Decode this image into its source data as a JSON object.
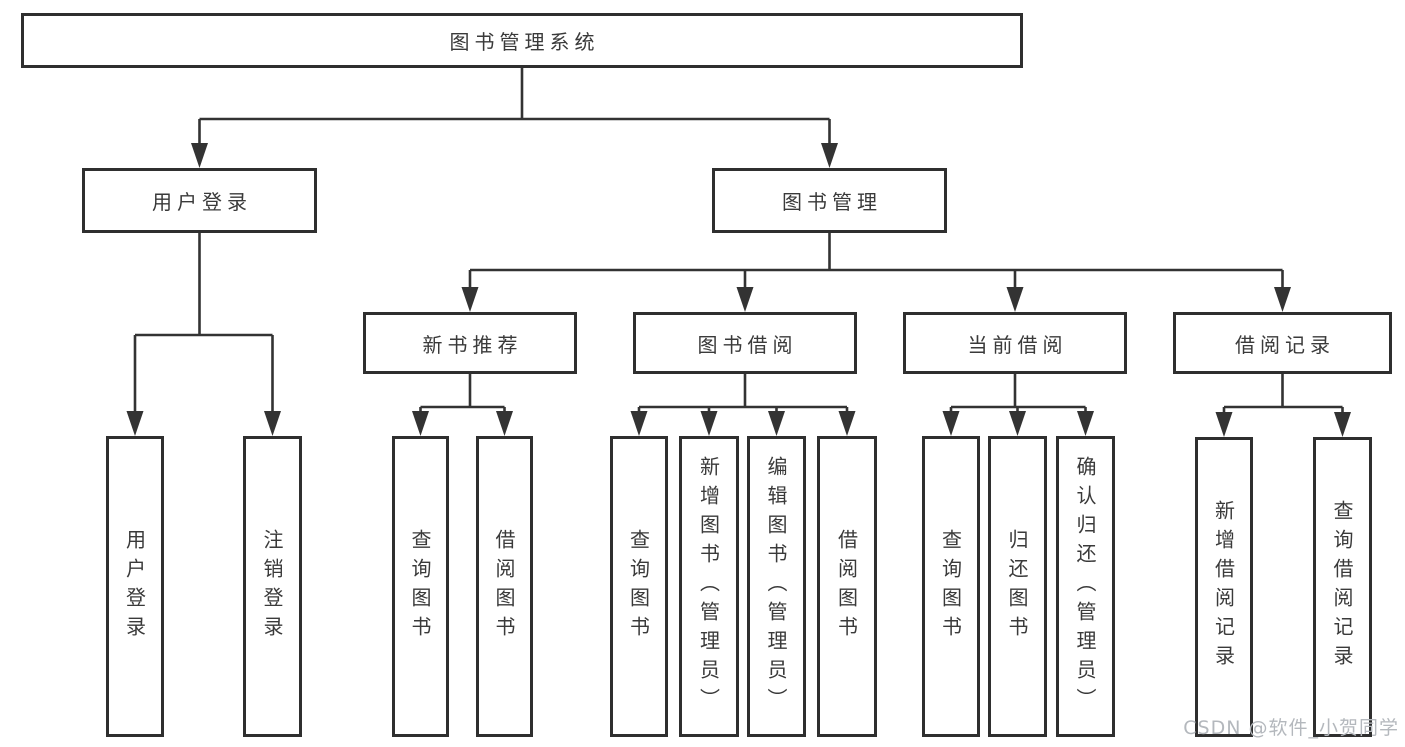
{
  "diagram": {
    "title": "图书管理系统",
    "root": {
      "label": "图书管理系统"
    },
    "level2": [
      {
        "label": "用户登录"
      },
      {
        "label": "图书管理"
      }
    ],
    "level3": [
      {
        "label": "新书推荐"
      },
      {
        "label": "图书借阅"
      },
      {
        "label": "当前借阅"
      },
      {
        "label": "借阅记录"
      }
    ],
    "leaves": {
      "user_login": [
        "用户登录",
        "注销登录"
      ],
      "new_book": [
        "查询图书",
        "借阅图书"
      ],
      "book_borrow": [
        "查询图书",
        "新增图书（管理员）",
        "编辑图书（管理员）",
        "借阅图书"
      ],
      "current_borrow": [
        "查询图书",
        "归还图书",
        "确认归还（管理员）"
      ],
      "borrow_record": [
        "新增借阅记录",
        "查询借阅记录"
      ]
    },
    "colors": {
      "line": "#333333",
      "box_border": "#2f2f2f",
      "box_fill": "#ffffff",
      "text": "#3a3a3a",
      "watermark": "#b4b8bd"
    },
    "watermark": "CSDN @软件_小贺同学"
  }
}
